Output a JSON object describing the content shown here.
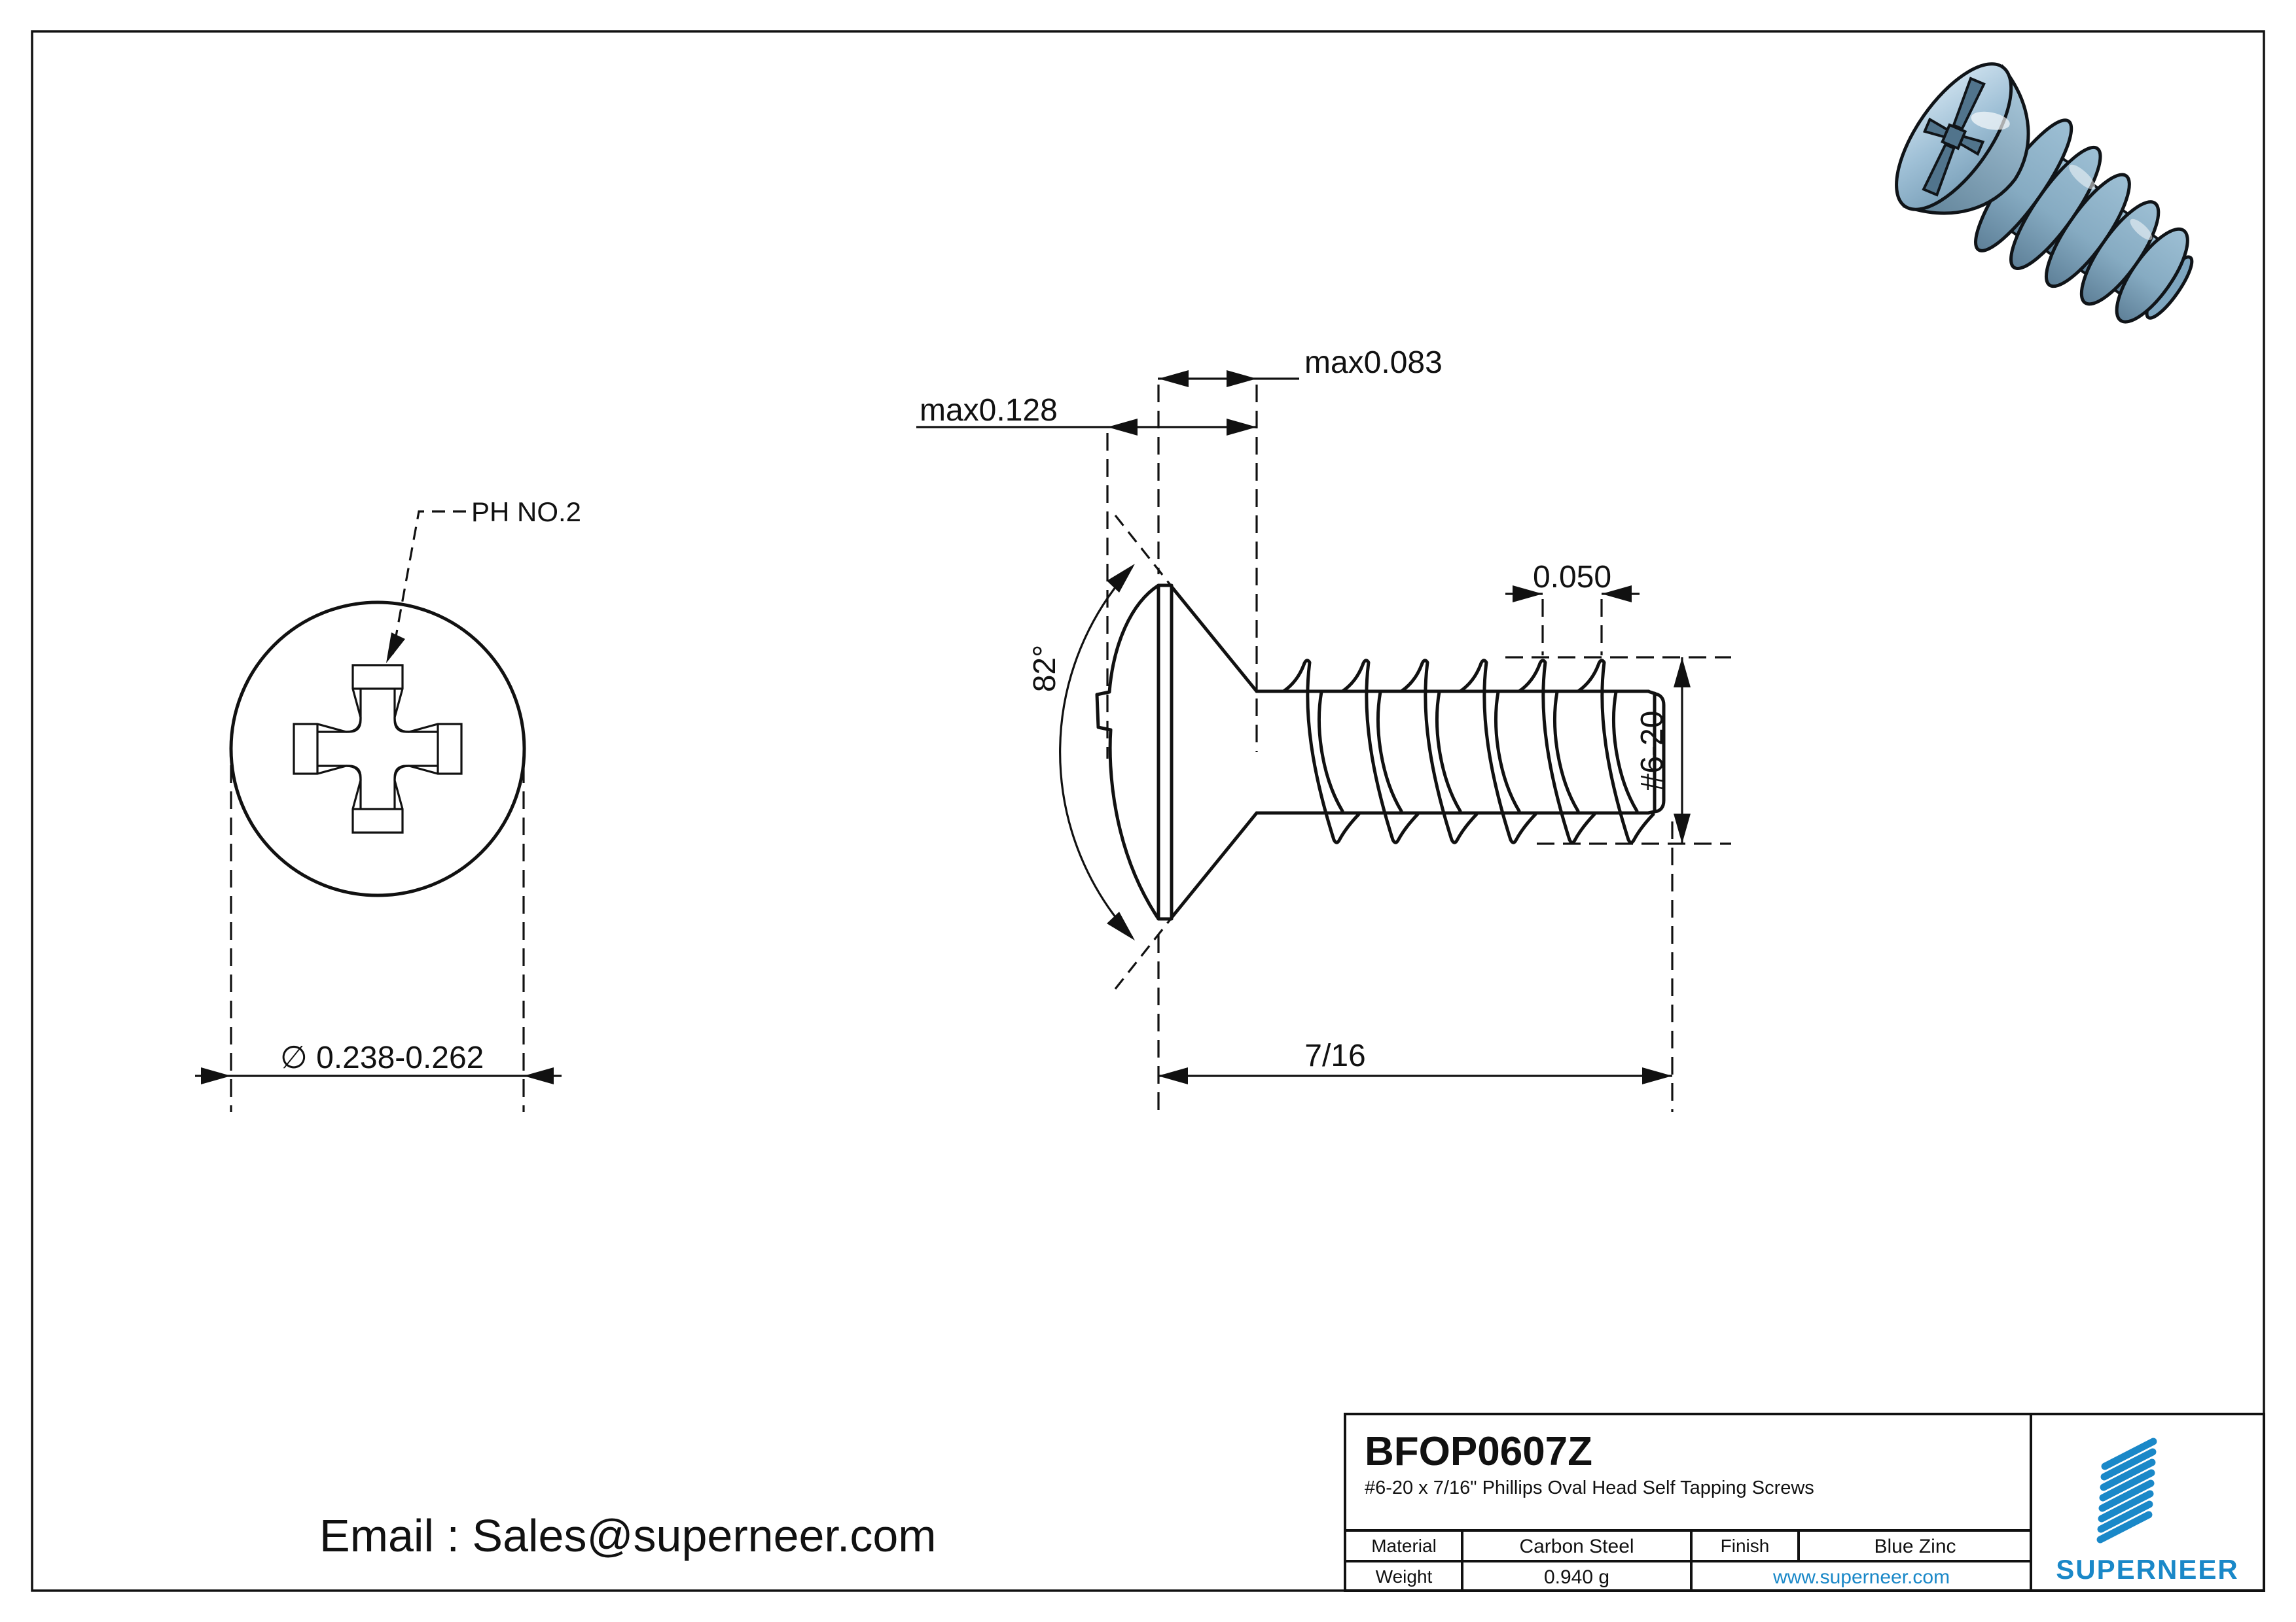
{
  "drawing": {
    "front_view": {
      "recess_label": "PH NO.2",
      "diameter_label": "∅ 0.238-0.262"
    },
    "side_view": {
      "head_length_label": "max0.128",
      "dome_height_label": "max0.083",
      "pitch_label": "0.050",
      "head_angle_label": "82°",
      "thread_spec_label": "#6-20",
      "length_label": "7/16"
    }
  },
  "footer": {
    "email": "Email : Sales@superneer.com"
  },
  "title_block": {
    "part_number": "BFOP0607Z",
    "description": "#6-20 x 7/16\" Phillips Oval Head Self Tapping Screws",
    "material_label": "Material",
    "material_value": "Carbon Steel",
    "finish_label": "Finish",
    "finish_value": "Blue Zinc",
    "weight_label": "Weight",
    "weight_value": "0.940 g",
    "website": "www.superneer.com",
    "brand": "SUPERNEER"
  },
  "colors": {
    "brand_blue": "#1a88c8",
    "link_blue": "#1a88c8",
    "screw_render_blue": "#93b7cf"
  }
}
